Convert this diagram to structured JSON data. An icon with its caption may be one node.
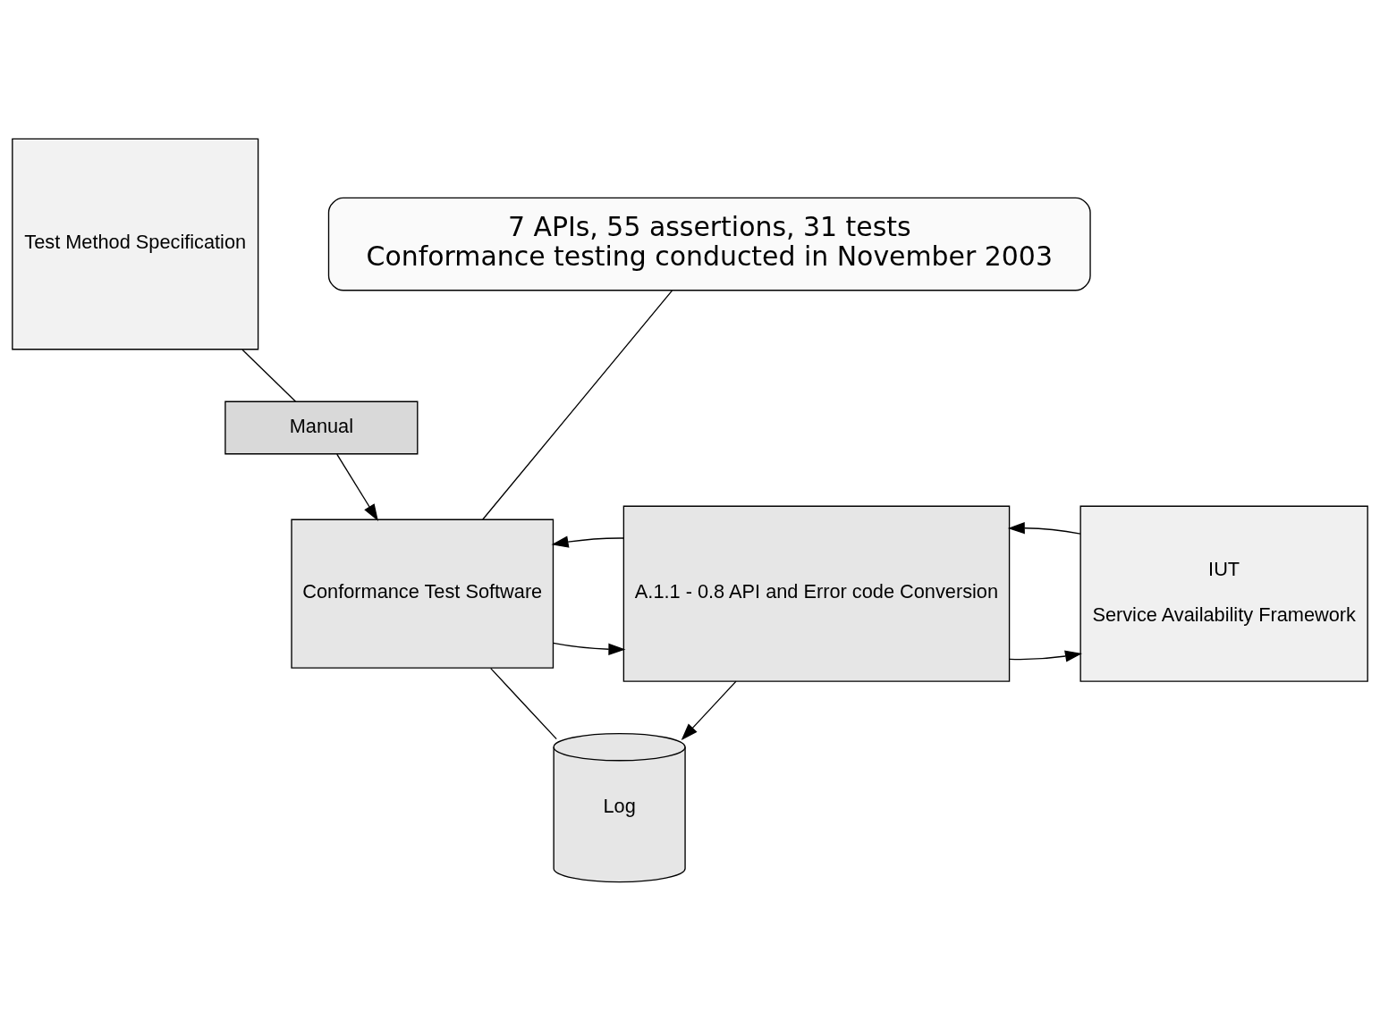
{
  "diagram": {
    "nodes": [
      {
        "text": [
          "Test Method Specification"
        ]
      },
      {
        "text": [
          "Manual"
        ]
      },
      {
        "text": [
          "7 APIs, 55 assertions, 31 tests",
          "Conformance testing conducted in November 2003"
        ]
      },
      {
        "text": [
          "Conformance Test Software"
        ]
      },
      {
        "text": [
          "A.1.1 - 0.8 API and Error code Conversion"
        ]
      },
      {
        "text": [
          "IUT",
          "Service Availability Framework"
        ]
      },
      {
        "text": [
          "Log"
        ]
      }
    ],
    "edges": [
      {
        "from": 0,
        "to": 1,
        "arrow": "none"
      },
      {
        "from": 1,
        "to": 3,
        "arrow": "to"
      },
      {
        "from": 2,
        "to": 3,
        "arrow": "none"
      },
      {
        "from": 3,
        "to": 4,
        "arrow": "to"
      },
      {
        "from": 4,
        "to": 3,
        "arrow": "to"
      },
      {
        "from": 4,
        "to": 5,
        "arrow": "to"
      },
      {
        "from": 5,
        "to": 4,
        "arrow": "to"
      },
      {
        "from": 3,
        "to": 6,
        "arrow": "none"
      },
      {
        "from": 4,
        "to": 6,
        "arrow": "to"
      }
    ]
  }
}
